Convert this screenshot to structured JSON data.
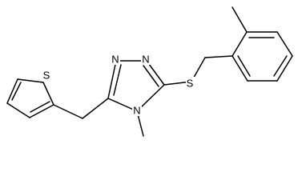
{
  "molecule": {
    "atoms": {
      "S_thiophene": "S",
      "N_upper_left": "N",
      "N_upper_right": "N",
      "S_thioether": "S",
      "N_methyl": "N"
    }
  },
  "colors": {
    "bond": "#000000",
    "background": "#ffffff"
  }
}
